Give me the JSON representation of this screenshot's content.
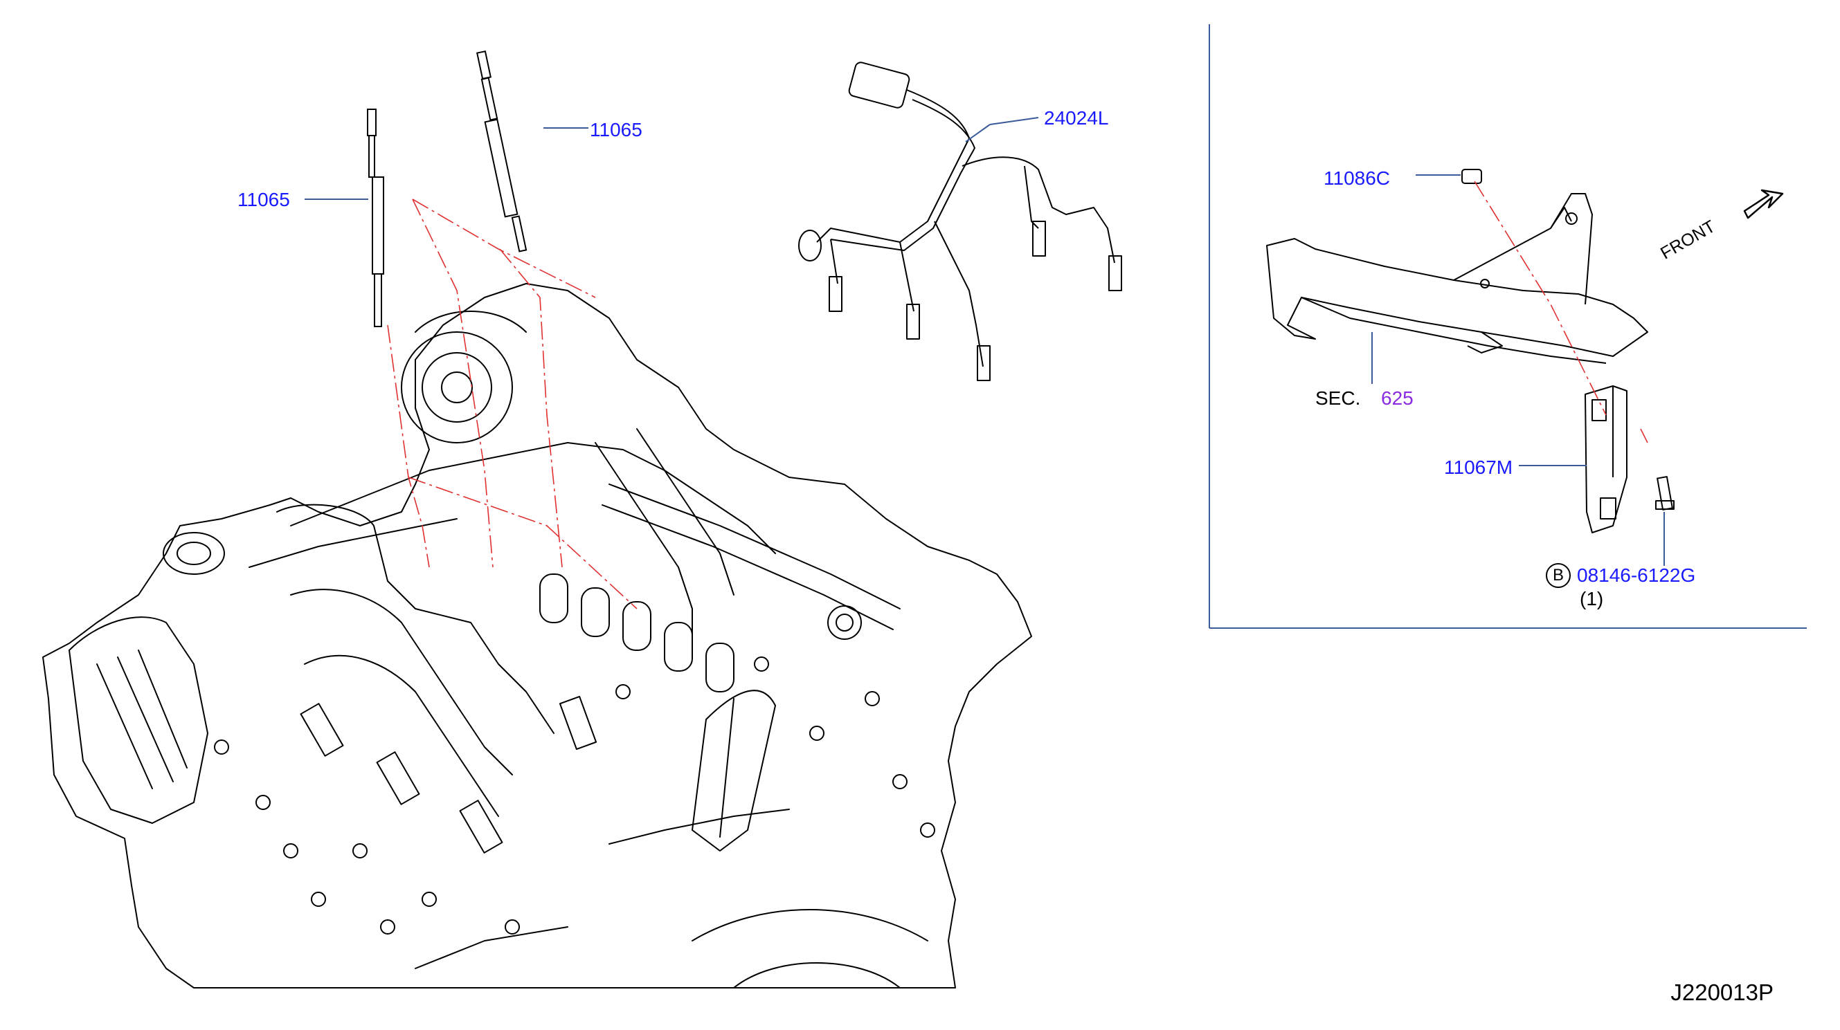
{
  "diagram": {
    "callouts": [
      {
        "id": "glow-plug-left",
        "part": "11065"
      },
      {
        "id": "glow-plug-right",
        "part": "11065"
      },
      {
        "id": "harness",
        "part": "24024L"
      },
      {
        "id": "nut",
        "part": "11086C"
      },
      {
        "id": "controller",
        "part": "11067M"
      },
      {
        "id": "bolt",
        "part": "08146-6122G",
        "qty": "(1)",
        "marker": "B"
      }
    ],
    "section_ref": {
      "prefix": "SEC.",
      "number": "625"
    },
    "front_label": "FRONT",
    "drawing_code": "J220013P",
    "colors": {
      "line": "#000000",
      "callout": "#1a1aff",
      "section": "#8a2be2",
      "leader": "#e03030",
      "frame": "#3a5a9a"
    }
  }
}
